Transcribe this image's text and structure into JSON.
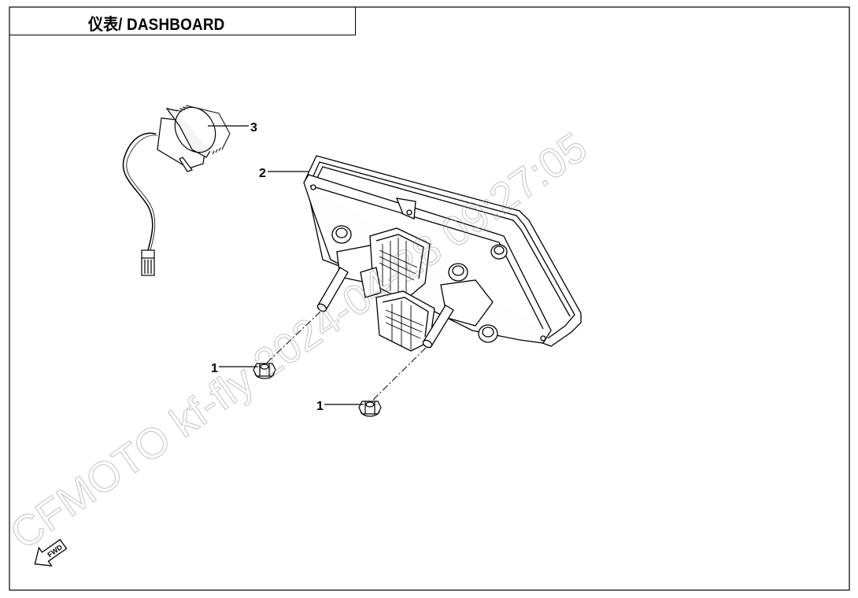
{
  "header": {
    "title": "仪表/ DASHBOARD"
  },
  "callouts": [
    {
      "id": "callout-1a",
      "label": "1"
    },
    {
      "id": "callout-1b",
      "label": "1"
    },
    {
      "id": "callout-2",
      "label": "2"
    },
    {
      "id": "callout-3",
      "label": "3"
    }
  ],
  "watermark": {
    "text": "CFMOTO  kf-fly  2024-04-28  09:27:05"
  },
  "fwd_icon": {
    "label": "FWD"
  }
}
